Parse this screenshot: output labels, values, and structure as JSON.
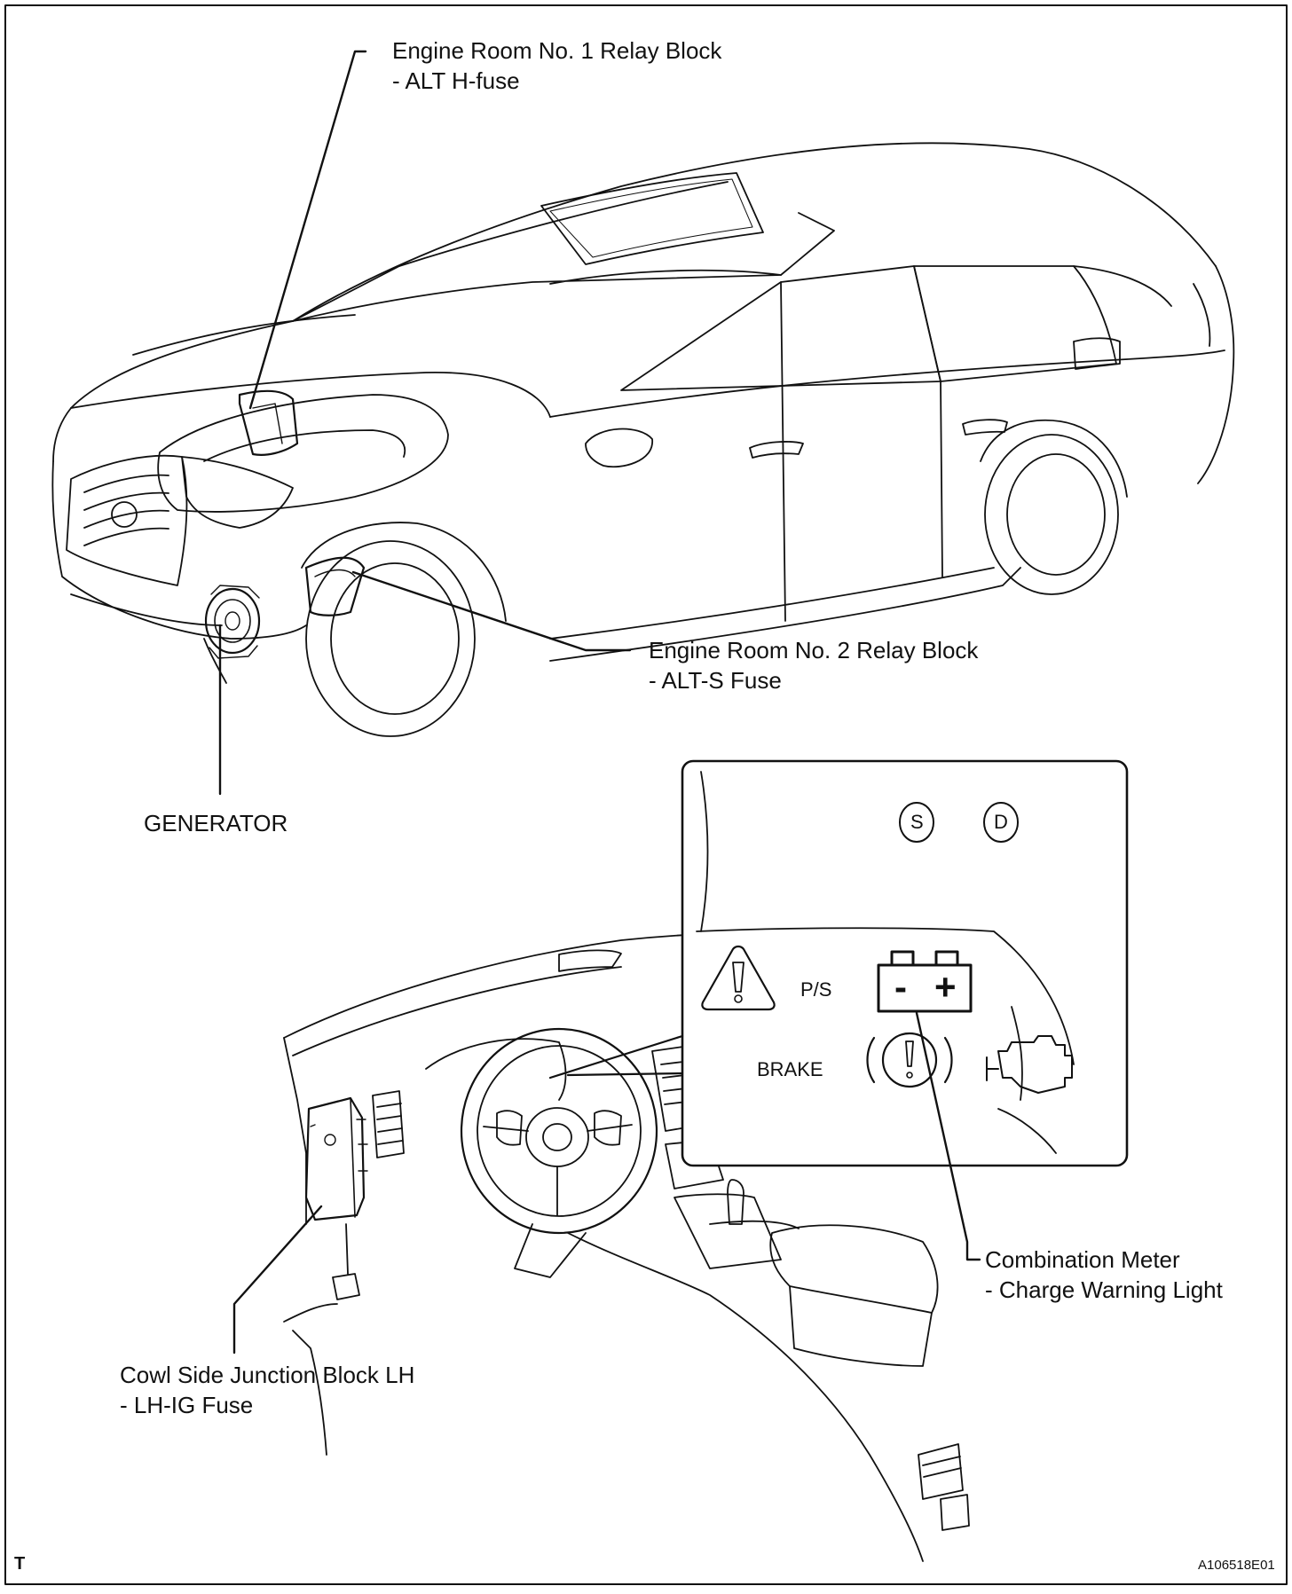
{
  "labels": {
    "relay_block_1": {
      "name": "Engine Room No. 1 Relay Block",
      "part": "- ALT H-fuse"
    },
    "relay_block_2": {
      "name": "Engine Room No. 2 Relay Block",
      "part": "- ALT-S Fuse"
    },
    "generator": "GENERATOR",
    "junction_block": {
      "name": "Cowl Side Junction Block LH",
      "part": "- LH-IG Fuse"
    },
    "combination_meter": {
      "name": "Combination Meter",
      "part": "- Charge Warning Light"
    }
  },
  "meter_inset": {
    "shift_s": "S",
    "shift_d": "D",
    "ps_label": "P/S",
    "brake_label": "BRAKE",
    "battery_minus": "-",
    "battery_plus": "+"
  },
  "footer": {
    "corner_mark": "T",
    "figure_id": "A106518E01"
  },
  "icons": [
    "warning-triangle-icon",
    "battery-icon",
    "brake-warning-icon",
    "check-engine-icon"
  ]
}
